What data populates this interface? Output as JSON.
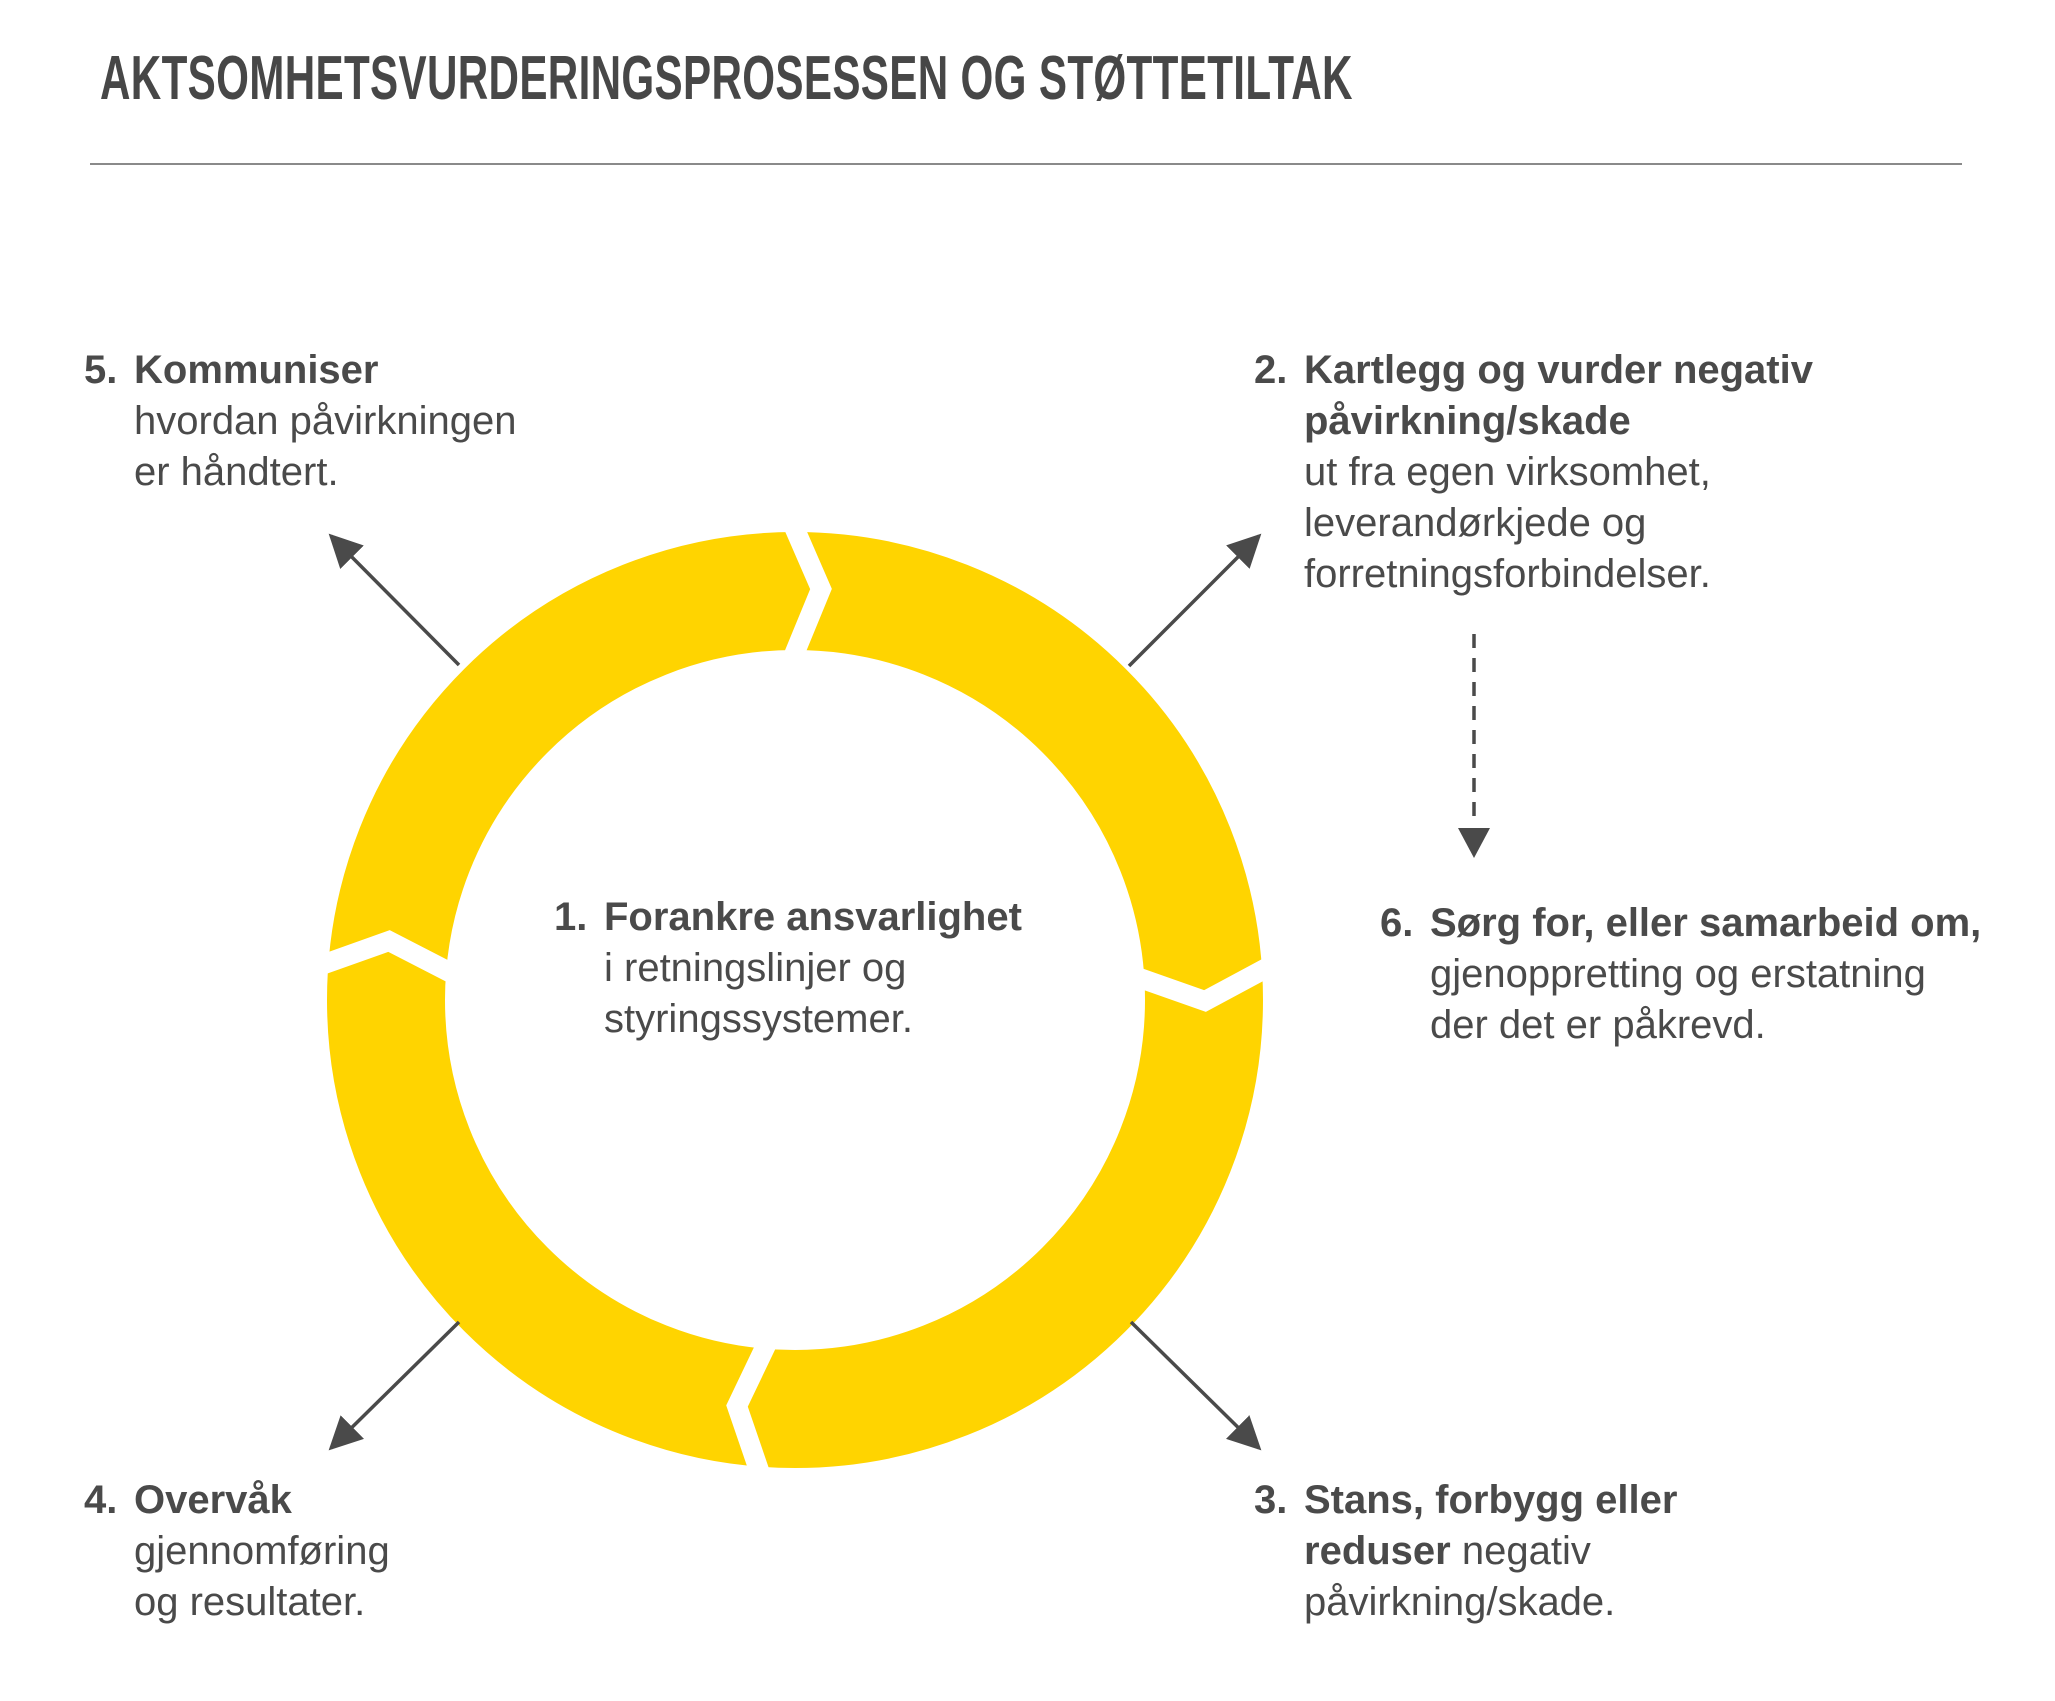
{
  "page": {
    "title": "AKTSOMHETSVURDERINGSPROSESSEN OG STØTTETILTAK"
  },
  "colors": {
    "ring_yellow": "#FFD400",
    "text_dark": "#4A4A4A",
    "title_dark": "#474747",
    "arrow_dark": "#4A4A4A",
    "rule_gray": "#8A8A8A",
    "background": "#FFFFFF",
    "gap_white": "#FFFFFF"
  },
  "steps": [
    {
      "number": "1.",
      "lines": [
        [
          {
            "text": "Forankre ansvarlighet",
            "bold": true
          }
        ],
        [
          {
            "text": "i retningslinjer og",
            "bold": false
          }
        ],
        [
          {
            "text": "styringssystemer.",
            "bold": false
          }
        ]
      ]
    },
    {
      "number": "2.",
      "lines": [
        [
          {
            "text": "Kartlegg og vurder negativ",
            "bold": true
          }
        ],
        [
          {
            "text": "påvirkning/skade",
            "bold": true
          }
        ],
        [
          {
            "text": "ut fra egen virksomhet,",
            "bold": false
          }
        ],
        [
          {
            "text": "leverandørkjede og",
            "bold": false
          }
        ],
        [
          {
            "text": "forretningsforbindelser.",
            "bold": false
          }
        ]
      ]
    },
    {
      "number": "3.",
      "lines": [
        [
          {
            "text": "Stans, forbygg eller",
            "bold": true
          }
        ],
        [
          {
            "text": "reduser",
            "bold": true
          },
          {
            "text": " negativ",
            "bold": false
          }
        ],
        [
          {
            "text": "påvirkning/skade.",
            "bold": false
          }
        ]
      ]
    },
    {
      "number": "4.",
      "lines": [
        [
          {
            "text": "Overvåk",
            "bold": true
          }
        ],
        [
          {
            "text": "gjennomføring",
            "bold": false
          }
        ],
        [
          {
            "text": "og resultater.",
            "bold": false
          }
        ]
      ]
    },
    {
      "number": "5.",
      "lines": [
        [
          {
            "text": "Kommuniser",
            "bold": true
          }
        ],
        [
          {
            "text": "hvordan påvirkningen",
            "bold": false
          }
        ],
        [
          {
            "text": "er håndtert.",
            "bold": false
          }
        ]
      ]
    },
    {
      "number": "6.",
      "lines": [
        [
          {
            "text": "Sørg for, eller samarbeid om,",
            "bold": true
          }
        ],
        [
          {
            "text": "gjenoppretting og erstatning",
            "bold": false
          }
        ],
        [
          {
            "text": "der det er påkrevd.",
            "bold": false
          }
        ]
      ]
    }
  ]
}
